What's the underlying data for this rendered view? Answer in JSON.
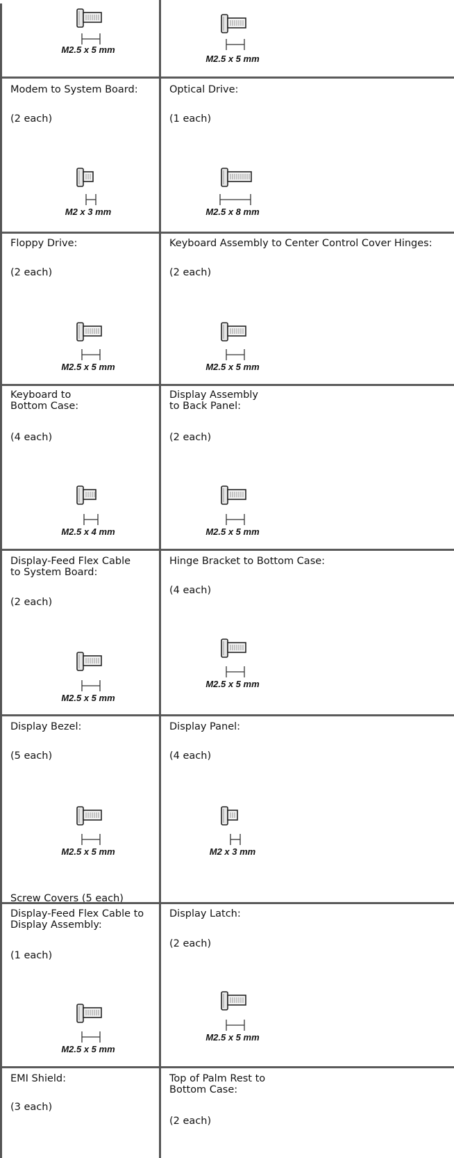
{
  "rows": [
    {
      "cells": [
        {
          "title": "",
          "qty": "",
          "caption": "M2.5 x 5 mm",
          "note": ""
        },
        {
          "title": "",
          "qty": "",
          "caption": "M2.5 x 5 mm",
          "note": ""
        }
      ]
    },
    {
      "cells": [
        {
          "title": "Modem to System Board:",
          "qty": "(2 each)",
          "caption": "M2 x 3 mm",
          "note": ""
        },
        {
          "title": "Optical Drive:",
          "qty": "(1 each)",
          "caption": "M2.5 x 8 mm",
          "note": ""
        }
      ]
    },
    {
      "cells": [
        {
          "title": "Floppy Drive:",
          "qty": "(2 each)",
          "caption": "M2.5 x 5 mm",
          "note": ""
        },
        {
          "title": "Keyboard Assembly to Center Control Cover Hinges:",
          "qty": "(2 each)",
          "caption": "M2.5 x 5 mm",
          "note": ""
        }
      ]
    },
    {
      "cells": [
        {
          "title": "Keyboard to\nBottom Case:",
          "qty": "(4 each)",
          "caption": "M2.5 x 4 mm",
          "note": ""
        },
        {
          "title": "Display Assembly\nto Back Panel:",
          "qty": "(2 each)",
          "caption": "M2.5 x 5 mm",
          "note": ""
        }
      ]
    },
    {
      "cells": [
        {
          "title": "Display-Feed Flex Cable\nto System Board:",
          "qty": "(2 each)",
          "caption": "M2.5 x 5 mm",
          "note": ""
        },
        {
          "title": "Hinge Bracket to Bottom Case:",
          "qty": "(4 each)",
          "caption": "M2.5 x 5 mm",
          "note": ""
        }
      ]
    },
    {
      "cells": [
        {
          "title": "Display Bezel:",
          "qty": "(5 each)",
          "caption": "M2.5 x 5 mm",
          "note": "Screw Covers (5 each)"
        },
        {
          "title": "Display Panel:",
          "qty": "(4 each)",
          "caption": "M2 x 3 mm",
          "note": ""
        }
      ]
    },
    {
      "cells": [
        {
          "title": "Display-Feed Flex Cable to\nDisplay Assembly:",
          "qty": "(1 each)",
          "caption": "M2.5 x 5 mm",
          "note": ""
        },
        {
          "title": "Display Latch:",
          "qty": "(2 each)",
          "caption": "M2.5 x 5 mm",
          "note": ""
        }
      ]
    },
    {
      "cells": [
        {
          "title": "EMI Shield:",
          "qty": "(3 each)",
          "caption": "",
          "note": ""
        },
        {
          "title": "Top of Palm Rest to\nBottom Case:",
          "qty": "(2 each)",
          "caption": "",
          "note": ""
        }
      ]
    }
  ],
  "icons": {
    "screw": "screw-icon",
    "length": "length-indicator-icon"
  }
}
